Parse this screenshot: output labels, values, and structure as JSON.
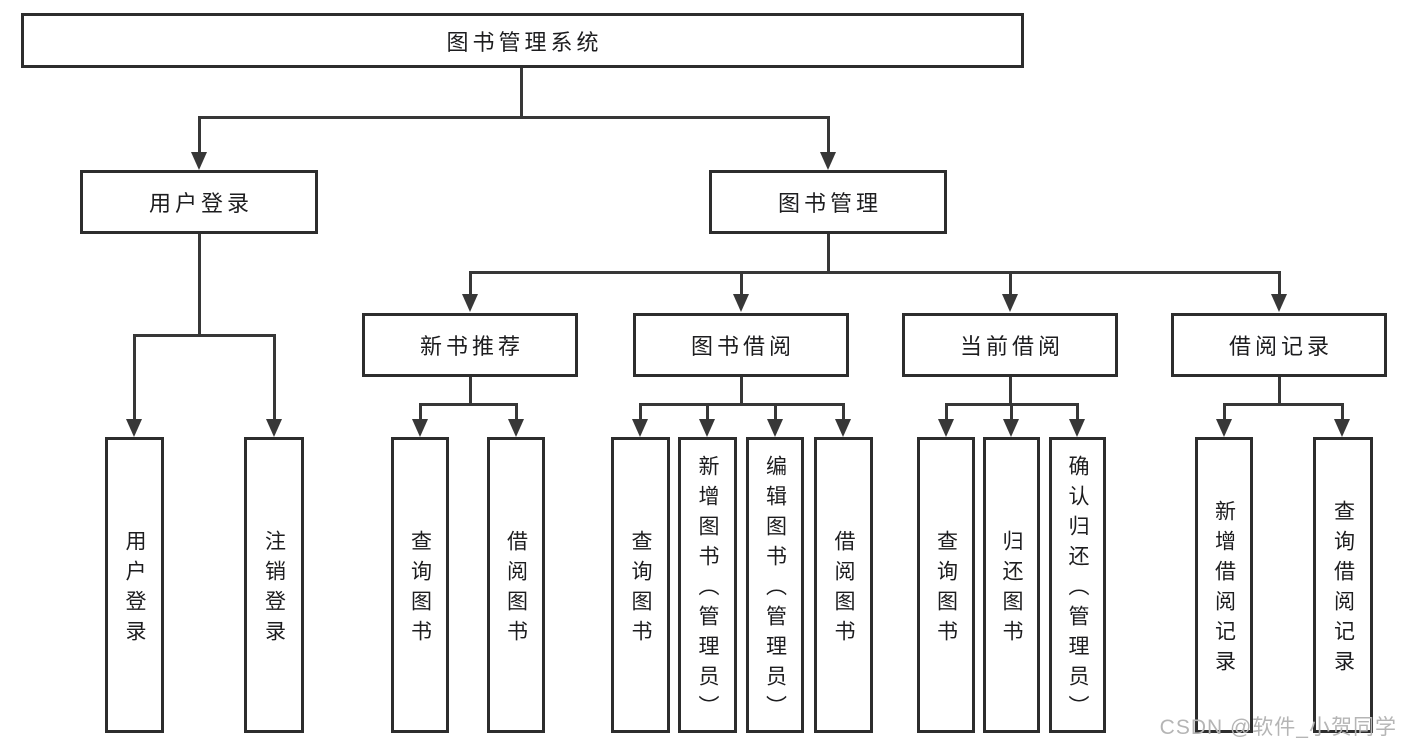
{
  "diagram": {
    "root": {
      "label": "图书管理系统"
    },
    "login": {
      "label": "用户登录",
      "children": [
        {
          "label": "用户登录"
        },
        {
          "label": "注销登录"
        }
      ]
    },
    "management": {
      "label": "图书管理",
      "children": [
        {
          "label": "新书推荐",
          "children": [
            {
              "label": "查询图书"
            },
            {
              "label": "借阅图书"
            }
          ]
        },
        {
          "label": "图书借阅",
          "children": [
            {
              "label": "查询图书"
            },
            {
              "label": "新增图书（管理员）"
            },
            {
              "label": "编辑图书（管理员）"
            },
            {
              "label": "借阅图书"
            }
          ]
        },
        {
          "label": "当前借阅",
          "children": [
            {
              "label": "查询图书"
            },
            {
              "label": "归还图书"
            },
            {
              "label": "确认归还（管理员）"
            }
          ]
        },
        {
          "label": "借阅记录",
          "children": [
            {
              "label": "新增借阅记录"
            },
            {
              "label": "查询借阅记录"
            }
          ]
        }
      ]
    }
  },
  "watermark": {
    "text": "CSDN @软件_小贺同学"
  },
  "colors": {
    "line": "#373737",
    "box_border": "#2d2d2d",
    "text": "#1d1d1f",
    "watermark": "#b5b5b5",
    "background": "#ffffff"
  }
}
